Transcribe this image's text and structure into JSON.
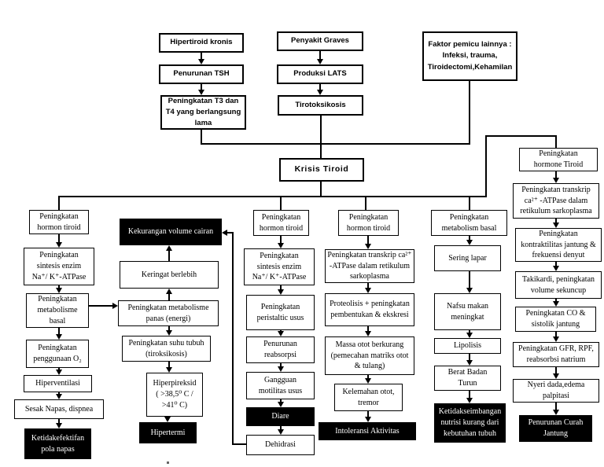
{
  "colors": {
    "line": "#000000",
    "box_bg": "#ffffff",
    "box_border": "#000000",
    "dx_bg": "#000000",
    "dx_text": "#ffffff"
  },
  "nodes": {
    "hipertiroid_kronis": "Hipertiroid kronis",
    "penurunan_tsh": "Penurunan TSH",
    "t3_t4": "Peningkatan T3 dan\nT4 yang berlangsung\nlama",
    "penyakit_graves": "Penyakit Graves",
    "produksi_lats": "Produksi LATS",
    "tirotoksikosis": "Tirotoksikosis",
    "faktor_pemicu": "Faktor pemicu lainnya :\nInfeksi, trauma,\nTiroidectomi,Kehamilan",
    "krisis_tiroid": "Krisis Tiroid",
    "c1_hormon": "Peningkatan\nhormon tiroid",
    "c1_sintesis": "Peningkatan\nsintesis enzim\nNa⁺/ K⁺-ATPase",
    "c1_metabolisme": "Peningkatan\nmetabolisme\nbasal",
    "c1_o2": "Peningkatan\npenggunaan O₂",
    "c1_hiperventilasi": "Hiperventilasi",
    "c1_sesak": "Sesak Napas, dispnea",
    "c1_dx": "Ketidakefektifan\npola napas",
    "c2_kekurangan": "Kekurangan volume cairan",
    "c2_keringat": "Keringat berlebih",
    "c2_panas": "Peningkatan metabolisme\npanas (energi)",
    "c2_suhu": "Peningkatan suhu tubuh\n(tiroksikosis)",
    "c2_hiperpireksid": "Hiperpireksid\n( >38,5⁰ C /\n>41⁰ C)",
    "c2_dx": "Hipertermi",
    "c3_hormon": "Peningkatan\nhormon tiroid",
    "c3_sintesis": "Peningkatan\nsintesis enzim\nNa⁺/ K⁺-ATPase",
    "c3_peristaltic": "Peningkatan\nperistaltic usus",
    "c3_reabsorpsi": "Penurunan\nreabsorpsi",
    "c3_motilitas": "Gangguan\nmotilitas usus",
    "c3_dx": "Diare",
    "c3_dehidrasi": "Dehidrasi",
    "c4_hormon": "Peningkatan\nhormon tiroid",
    "c4_transkrip": "Peningkatan transkrip ca²⁺\n-ATPase dalam retikulum\nsarkoplasma",
    "c4_proteolisis": "Proteolisis + peningkatan\npembentukan & ekskresi",
    "c4_massa": "Massa otot berkurang\n(pemecahan matriks otot\n& tulang)",
    "c4_kelemahan": "Kelemahan otot,\ntremor",
    "c4_dx": "Intoleransi Aktivitas",
    "c5_metabolism": "Peningkatan\nmetabolism basal",
    "c5_lapar": "Sering lapar",
    "c5_nafsu": "Nafsu makan\nmeningkat",
    "c5_lipolisis": "Lipolisis",
    "c5_berat": "Berat Badan\nTurun",
    "c5_dx": "Ketidakseimbangan\nnutrisi kurang dari\nkebutuhan tubuh",
    "c6_hormone": "Peningkatan\nhormone Tiroid",
    "c6_transkrip": "Peningkatan transkrip\nca²⁺ -ATPase dalam\nretikulum sarkoplasma",
    "c6_kontraktilitas": "Peningkatan\nkontraktilitas jantung &\nfrekuensi denyut",
    "c6_takikardi": "Takikardi, peningkatan\nvolume sekuncup",
    "c6_co": "Peningkatan CO &\nsistolik jantung",
    "c6_gfr": "Peningkatan GFR, RPF,\nreabsorbsi natrium",
    "c6_nyeri": "Nyeri dada,edema\npalpitasi",
    "c6_dx": "Penurunan Curah\nJantung"
  }
}
